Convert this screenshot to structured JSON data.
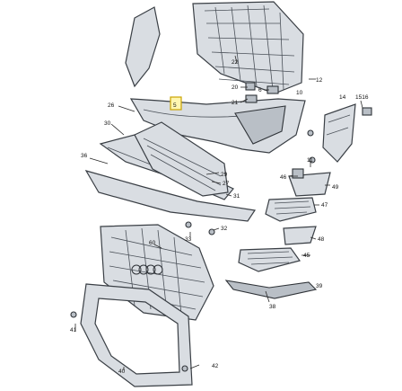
{
  "diagram": {
    "highlight_label": "5",
    "labels": [
      {
        "id": "l22",
        "text": "22"
      },
      {
        "id": "l12",
        "text": "12"
      },
      {
        "id": "l20",
        "text": "20"
      },
      {
        "id": "l6",
        "text": "6"
      },
      {
        "id": "l10",
        "text": "10"
      },
      {
        "id": "l21",
        "text": "21"
      },
      {
        "id": "l14",
        "text": "14"
      },
      {
        "id": "l15",
        "text": "1516"
      },
      {
        "id": "l26",
        "text": "26"
      },
      {
        "id": "l30",
        "text": "30"
      },
      {
        "id": "l36",
        "text": "36"
      },
      {
        "id": "l29",
        "text": "29"
      },
      {
        "id": "l27",
        "text": "27"
      },
      {
        "id": "l31",
        "text": "31"
      },
      {
        "id": "l46",
        "text": "46"
      },
      {
        "id": "l49",
        "text": "49"
      },
      {
        "id": "l47",
        "text": "47"
      },
      {
        "id": "l11",
        "text": "11"
      },
      {
        "id": "l33",
        "text": "33"
      },
      {
        "id": "l32",
        "text": "32"
      },
      {
        "id": "l60",
        "text": "60"
      },
      {
        "id": "l48",
        "text": "48"
      },
      {
        "id": "l45",
        "text": "45"
      },
      {
        "id": "l39",
        "text": "39"
      },
      {
        "id": "l38",
        "text": "38"
      },
      {
        "id": "l41",
        "text": "41"
      },
      {
        "id": "l40",
        "text": "40"
      },
      {
        "id": "l42",
        "text": "42"
      }
    ]
  }
}
